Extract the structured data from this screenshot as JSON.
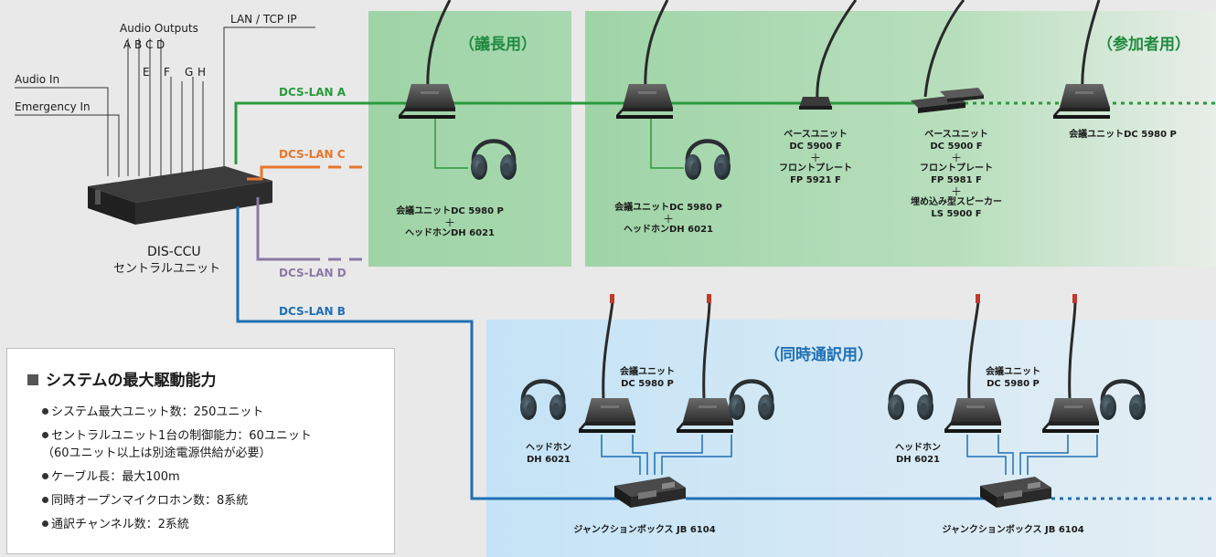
{
  "labels": {
    "audio_outputs": "Audio Outputs",
    "outputs_row1": [
      "A",
      "B",
      "C",
      "D"
    ],
    "outputs_row2": [
      "E",
      "F",
      "G",
      "H"
    ],
    "lan_tcp_ip": "LAN / TCP IP",
    "audio_in": "Audio In",
    "emergency_in": "Emergency In"
  },
  "ccu": {
    "name": "DIS-CCU",
    "subtitle": "セントラルユニット"
  },
  "lans": {
    "a": "DCS-LAN A",
    "b": "DCS-LAN B",
    "c": "DCS-LAN C",
    "d": "DCS-LAN D"
  },
  "zones": {
    "chairman": "（議長用）",
    "participant": "（参加者用）",
    "interpreter": "（同時通訳用）"
  },
  "captions": {
    "chair": [
      "会議ユニットDC 5980 P",
      "＋",
      "ヘッドホンDH 6021"
    ],
    "participant1": [
      "会議ユニットDC 5980 P",
      "＋",
      "ヘッドホンDH 6021"
    ],
    "base1": [
      "ベースユニット",
      "DC 5900 F",
      "＋",
      "フロントプレート",
      "FP 5921 F"
    ],
    "base2": [
      "ベースユニット",
      "DC 5900 F",
      "＋",
      "フロントプレート",
      "FP 5981 F",
      "＋",
      "埋め込み型スピーカー",
      "LS 5900 F"
    ],
    "unit_right": "会議ユニットDC 5980 P",
    "interp_unit_1": [
      "会議ユニット",
      "DC 5980 P"
    ],
    "interp_unit_2": [
      "会議ユニット",
      "DC 5980 P"
    ],
    "headphone_1": [
      "ヘッドホン",
      "DH 6021"
    ],
    "headphone_2": [
      "ヘッドホン",
      "DH 6021"
    ],
    "junction_1": "ジャンクションボックス JB 6104",
    "junction_2": "ジャンクションボックス JB 6104"
  },
  "specs": {
    "title": "システムの最大駆動能力",
    "items": [
      {
        "text": "システム最大ユニット数：250ユニット"
      },
      {
        "text": "セントラルユニット1台の制御能力：60ユニット",
        "sub": "（60ユニット以上は別途電源供給が必要）"
      },
      {
        "text": "ケーブル長：最大100m"
      },
      {
        "text": "同時オープンマイクロホン数：8系統"
      },
      {
        "text": "通訳チャンネル数：2系統"
      }
    ]
  },
  "colors": {
    "lan_a": "#2a9a3c",
    "lan_b": "#1f6fb4",
    "lan_c": "#e8762b",
    "lan_d": "#8a7aa6",
    "zone_green": "#a8d9ae",
    "zone_blue": "#cfe8f7"
  }
}
